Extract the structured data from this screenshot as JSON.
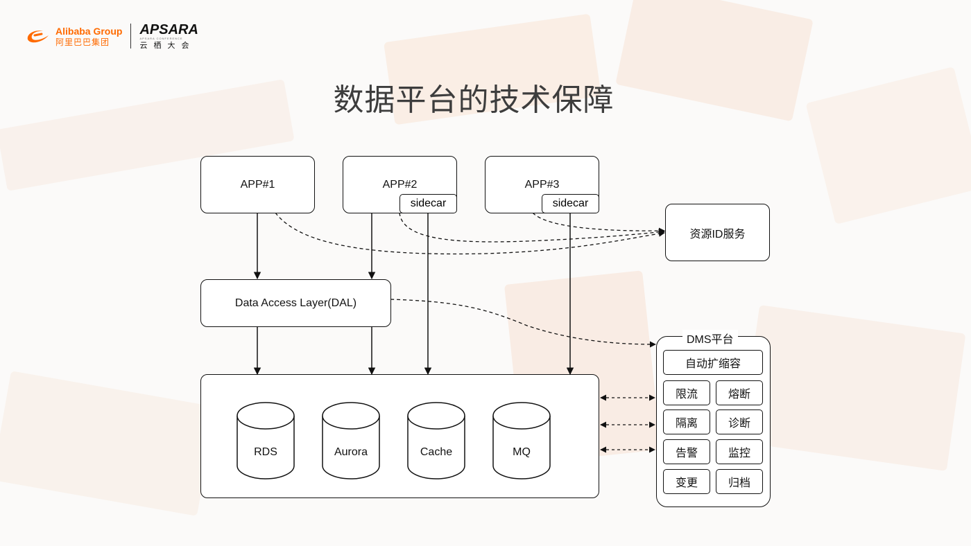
{
  "header": {
    "alibaba_en": "Alibaba Group",
    "alibaba_cn": "阿里巴巴集团",
    "apsara_en": "APSARA",
    "apsara_sub": "APSARA CONFERENCE",
    "apsara_cn": "云栖大会"
  },
  "title": "数据平台的技术保障",
  "apps": [
    {
      "label": "APP#1"
    },
    {
      "label": "APP#2",
      "sidecar": "sidecar"
    },
    {
      "label": "APP#3",
      "sidecar": "sidecar"
    }
  ],
  "resource_service": "资源ID服务",
  "dal": "Data Access Layer(DAL)",
  "storage": [
    "RDS",
    "Aurora",
    "Cache",
    "MQ"
  ],
  "dms": {
    "title": "DMS平台",
    "autoscale": "自动扩缩容",
    "services": [
      "限流",
      "熔断",
      "隔离",
      "诊断",
      "告警",
      "监控",
      "变更",
      "归档"
    ]
  }
}
